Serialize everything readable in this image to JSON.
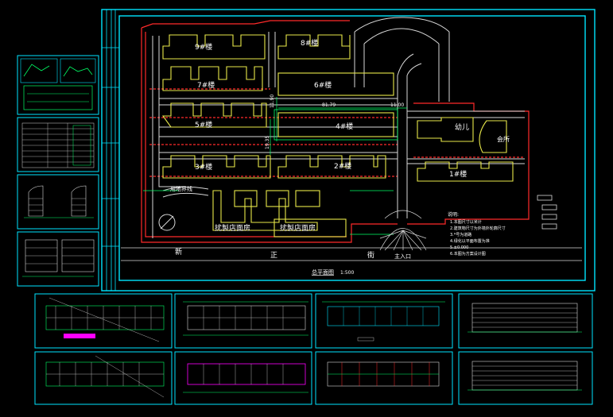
{
  "colors": {
    "background": "#000000",
    "frame": "#00e5ff",
    "boundary": "#ff2a2a",
    "building": "#e8e84a",
    "text": "#ffffff",
    "dimension": "#00ff66",
    "highlight": "#ff00ff"
  },
  "site_plan": {
    "buildings": {
      "b9": "9#楼",
      "b8": "8#楼",
      "b7": "7#楼",
      "b6": "6#楼",
      "b5": "5#楼",
      "b4": "4#楼",
      "b3": "3#楼",
      "b2": "2#楼",
      "b1": "1#楼",
      "kindergarten": "幼儿",
      "clubhouse": "会所",
      "shop_left": "扰製店面房",
      "shop_right": "扰製店面房"
    },
    "labels": {
      "green_space": "用地界线",
      "street_1": "新",
      "street_2": "正",
      "street_3": "街",
      "main_entrance": "主入口",
      "caption": "总平面图",
      "scale": "1:500"
    },
    "dimensions": {
      "d1": "81.79",
      "d2": "11.00",
      "d3": "11.90",
      "d4": "19.35"
    },
    "notes": {
      "title": "说明:",
      "lines": [
        "1.本图尺寸以米计",
        "2.建筑物尺寸为外墙外轮廓尺寸",
        "3.*号为道路",
        "4.绿化以平面布置为准",
        "5.±0.000",
        "6.本图为方案设计图"
      ]
    }
  }
}
